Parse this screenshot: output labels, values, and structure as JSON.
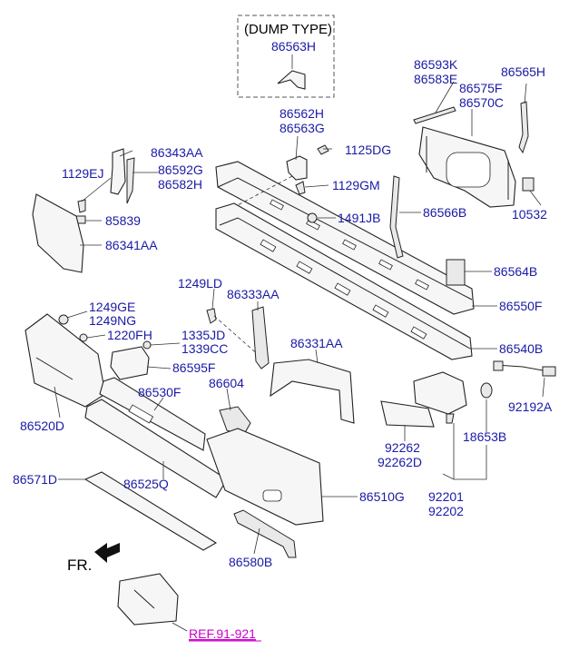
{
  "dump_type_box": {
    "title": "(DUMP TYPE)",
    "part": "86563H"
  },
  "labels": {
    "p86593K": "86593K",
    "p86583E": "86583E",
    "p86565H": "86565H",
    "p86575F": "86575F",
    "p86570C": "86570C",
    "p86562H": "86562H",
    "p86563G": "86563G",
    "p1125DG": "1125DG",
    "p86343AA": "86343AA",
    "p86592G": "86592G",
    "p86582H": "86582H",
    "p1129EJ": "1129EJ",
    "p1129GM": "1129GM",
    "p85839": "85839",
    "p1491JB": "1491JB",
    "p86566B": "86566B",
    "p10532": "10532",
    "p86341AA": "86341AA",
    "p86564B": "86564B",
    "p1249LD": "1249LD",
    "p86333AA": "86333AA",
    "p1249GE": "1249GE",
    "p1249NG": "1249NG",
    "p86550F": "86550F",
    "p1220FH": "1220FH",
    "p1335JD": "1335JD",
    "p1339CC": "1339CC",
    "p86331AA": "86331AA",
    "p86540B": "86540B",
    "p86595F": "86595F",
    "p86604": "86604",
    "p86530F": "86530F",
    "p92192A": "92192A",
    "p86520D": "86520D",
    "p18653B": "18653B",
    "p92262": "92262",
    "p92262D": "92262D",
    "p86571D": "86571D",
    "p86525Q": "86525Q",
    "p86510G": "86510G",
    "p92201": "92201",
    "p92202": "92202",
    "p86580B": "86580B"
  },
  "direction_label": "FR.",
  "reference_label": "REF.91-921",
  "colors": {
    "label": "#1a1aa6",
    "reference": "#cc00cc",
    "line": "#222222"
  }
}
